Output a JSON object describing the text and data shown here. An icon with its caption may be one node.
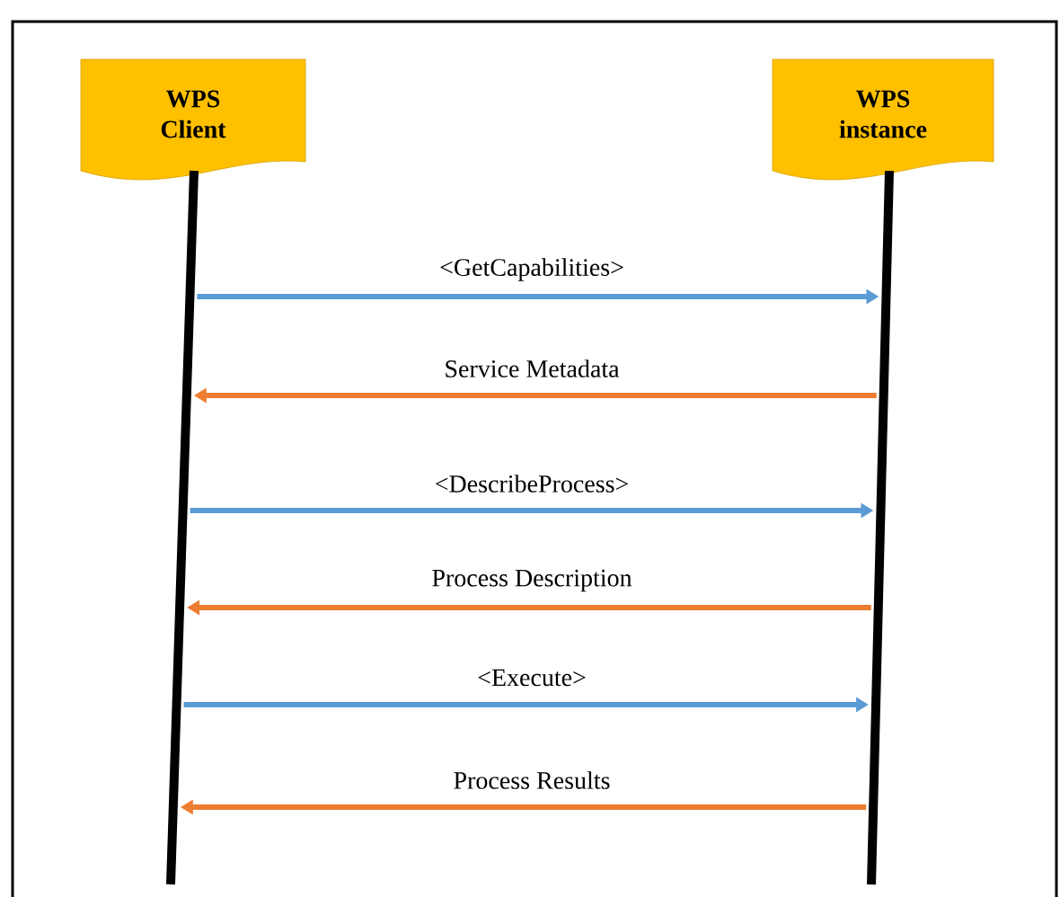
{
  "diagram": {
    "nodes": [
      {
        "text": [
          "WPS Client"
        ]
      },
      {
        "text": [
          "WPS instance"
        ]
      }
    ],
    "edges": [
      {
        "from": 0,
        "to": 1,
        "arrow": "to",
        "label": "<GetCapabilities>"
      },
      {
        "from": 1,
        "to": 0,
        "arrow": "to",
        "label": "Service Metadata",
        "color": "#ed7d31"
      },
      {
        "from": 0,
        "to": 1,
        "arrow": "to",
        "label": "<DescribeProcess>"
      },
      {
        "from": 1,
        "to": 0,
        "arrow": "to",
        "label": "Process Description",
        "color": "#ed7d31"
      },
      {
        "from": 0,
        "to": 1,
        "arrow": "to",
        "label": "<Execute>"
      },
      {
        "from": 1,
        "to": 0,
        "arrow": "to",
        "label": "Process Results",
        "color": "#ed7d31"
      }
    ]
  }
}
